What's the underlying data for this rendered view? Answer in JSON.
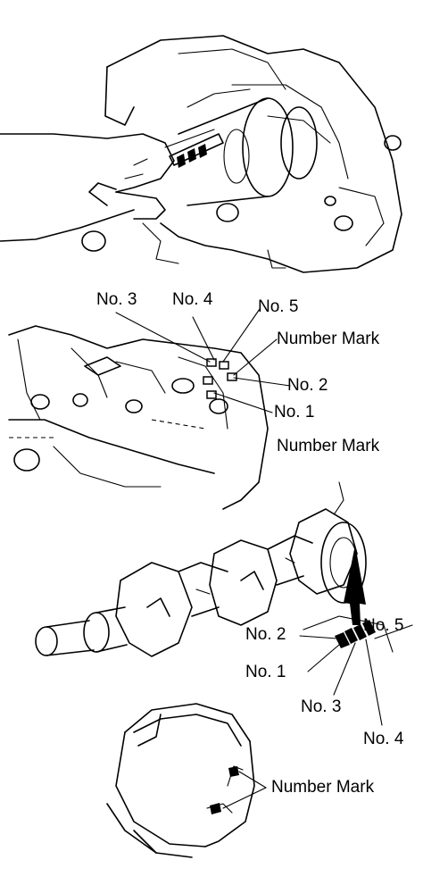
{
  "labels": {
    "engine_block": {
      "no3": "No. 3",
      "no4": "No. 4",
      "no5": "No. 5",
      "number_mark_top": "Number Mark",
      "no2": "No. 2",
      "no1": "No. 1",
      "number_mark_mid": "Number Mark"
    },
    "crankshaft": {
      "no5": "No. 5",
      "no2": "No. 2",
      "no1": "No. 1",
      "no3": "No. 3",
      "no4": "No. 4"
    },
    "bearing": {
      "number_mark": "Number Mark"
    }
  }
}
